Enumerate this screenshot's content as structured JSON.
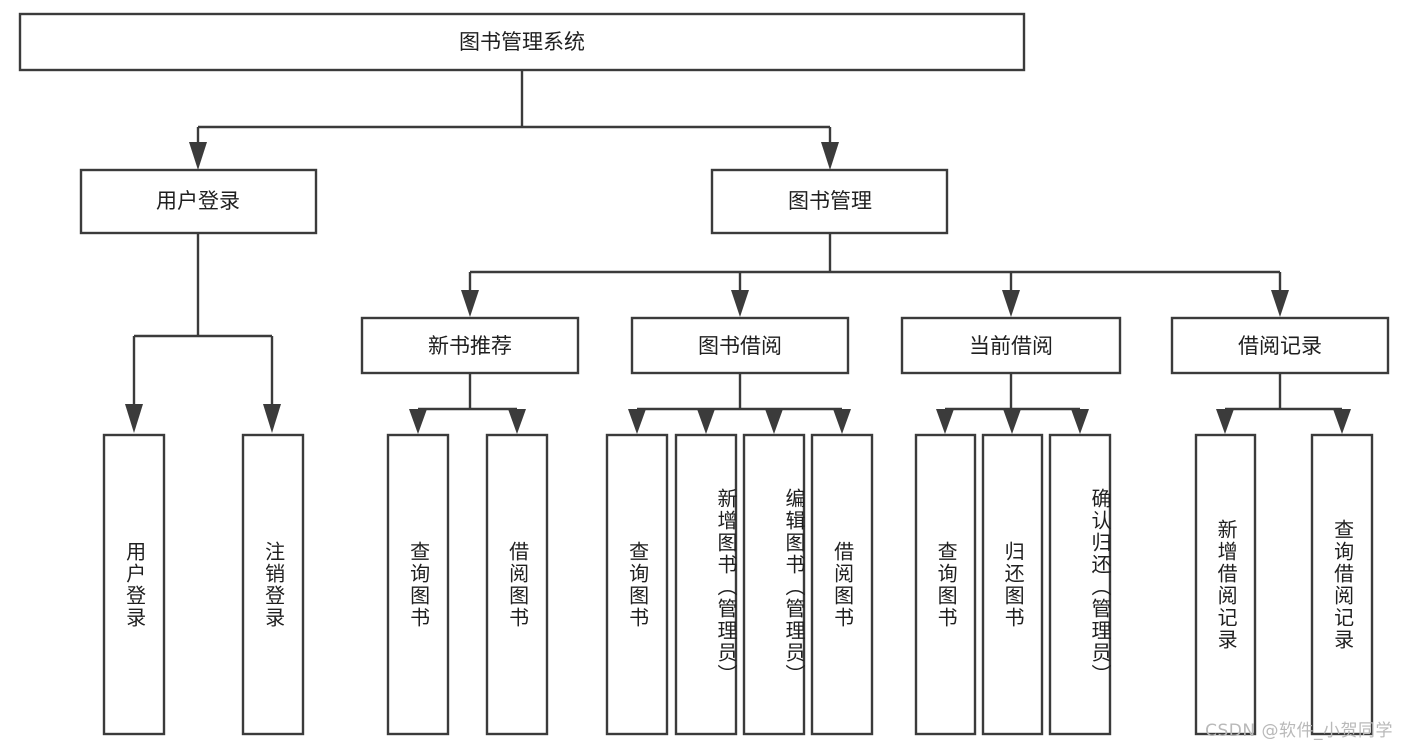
{
  "diagram": {
    "title_node": {
      "label": "图书管理系统"
    },
    "level2": [
      {
        "id": "user-login",
        "label": "用户登录"
      },
      {
        "id": "book-management",
        "label": "图书管理"
      }
    ],
    "level3": [
      {
        "id": "new-book-recommend",
        "label": "新书推荐"
      },
      {
        "id": "book-borrow",
        "label": "图书借阅"
      },
      {
        "id": "current-borrow",
        "label": "当前借阅"
      },
      {
        "id": "borrow-record",
        "label": "借阅记录"
      }
    ],
    "leaves": {
      "user_login": [
        {
          "id": "leaf-user-login",
          "label": "用户登录"
        },
        {
          "id": "leaf-logout-login",
          "label": "注销登录"
        }
      ],
      "new_book_recommend": [
        {
          "id": "leaf-query-book-1",
          "label": "查询图书"
        },
        {
          "id": "leaf-borrow-book-1",
          "label": "借阅图书"
        }
      ],
      "book_borrow": [
        {
          "id": "leaf-query-book-2",
          "label": "查询图书"
        },
        {
          "id": "leaf-add-book-admin",
          "label": "新增图书（管理员）"
        },
        {
          "id": "leaf-edit-book-admin",
          "label": "编辑图书（管理员）"
        },
        {
          "id": "leaf-borrow-book-2",
          "label": "借阅图书"
        }
      ],
      "current_borrow": [
        {
          "id": "leaf-query-book-3",
          "label": "查询图书"
        },
        {
          "id": "leaf-return-book",
          "label": "归还图书"
        },
        {
          "id": "leaf-confirm-return-admin",
          "label": "确认归还（管理员）"
        }
      ],
      "borrow_record": [
        {
          "id": "leaf-add-borrow-record",
          "label": "新增借阅记录"
        },
        {
          "id": "leaf-query-borrow-record",
          "label": "查询借阅记录"
        }
      ]
    },
    "watermark": "CSDN @软件_小贺同学",
    "colors": {
      "stroke": "#3b3b3b",
      "fill": "#ffffff",
      "text": "#1f1f1f",
      "watermark": "#b9b9b9"
    }
  }
}
